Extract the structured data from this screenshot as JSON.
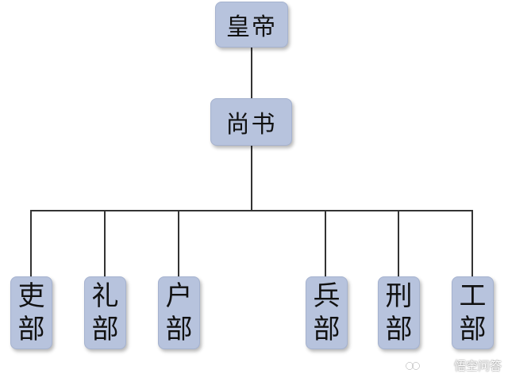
{
  "diagram": {
    "root": {
      "label": "皇帝"
    },
    "minister": {
      "label": "尚书"
    },
    "departments": [
      {
        "char1": "吏",
        "char2": "部"
      },
      {
        "char1": "礼",
        "char2": "部"
      },
      {
        "char1": "户",
        "char2": "部"
      },
      {
        "char1": "兵",
        "char2": "部"
      },
      {
        "char1": "刑",
        "char2": "部"
      },
      {
        "char1": "工",
        "char2": "部"
      }
    ]
  },
  "watermark": {
    "text": "悟空问答",
    "icon": "wukong-logo-icon"
  }
}
